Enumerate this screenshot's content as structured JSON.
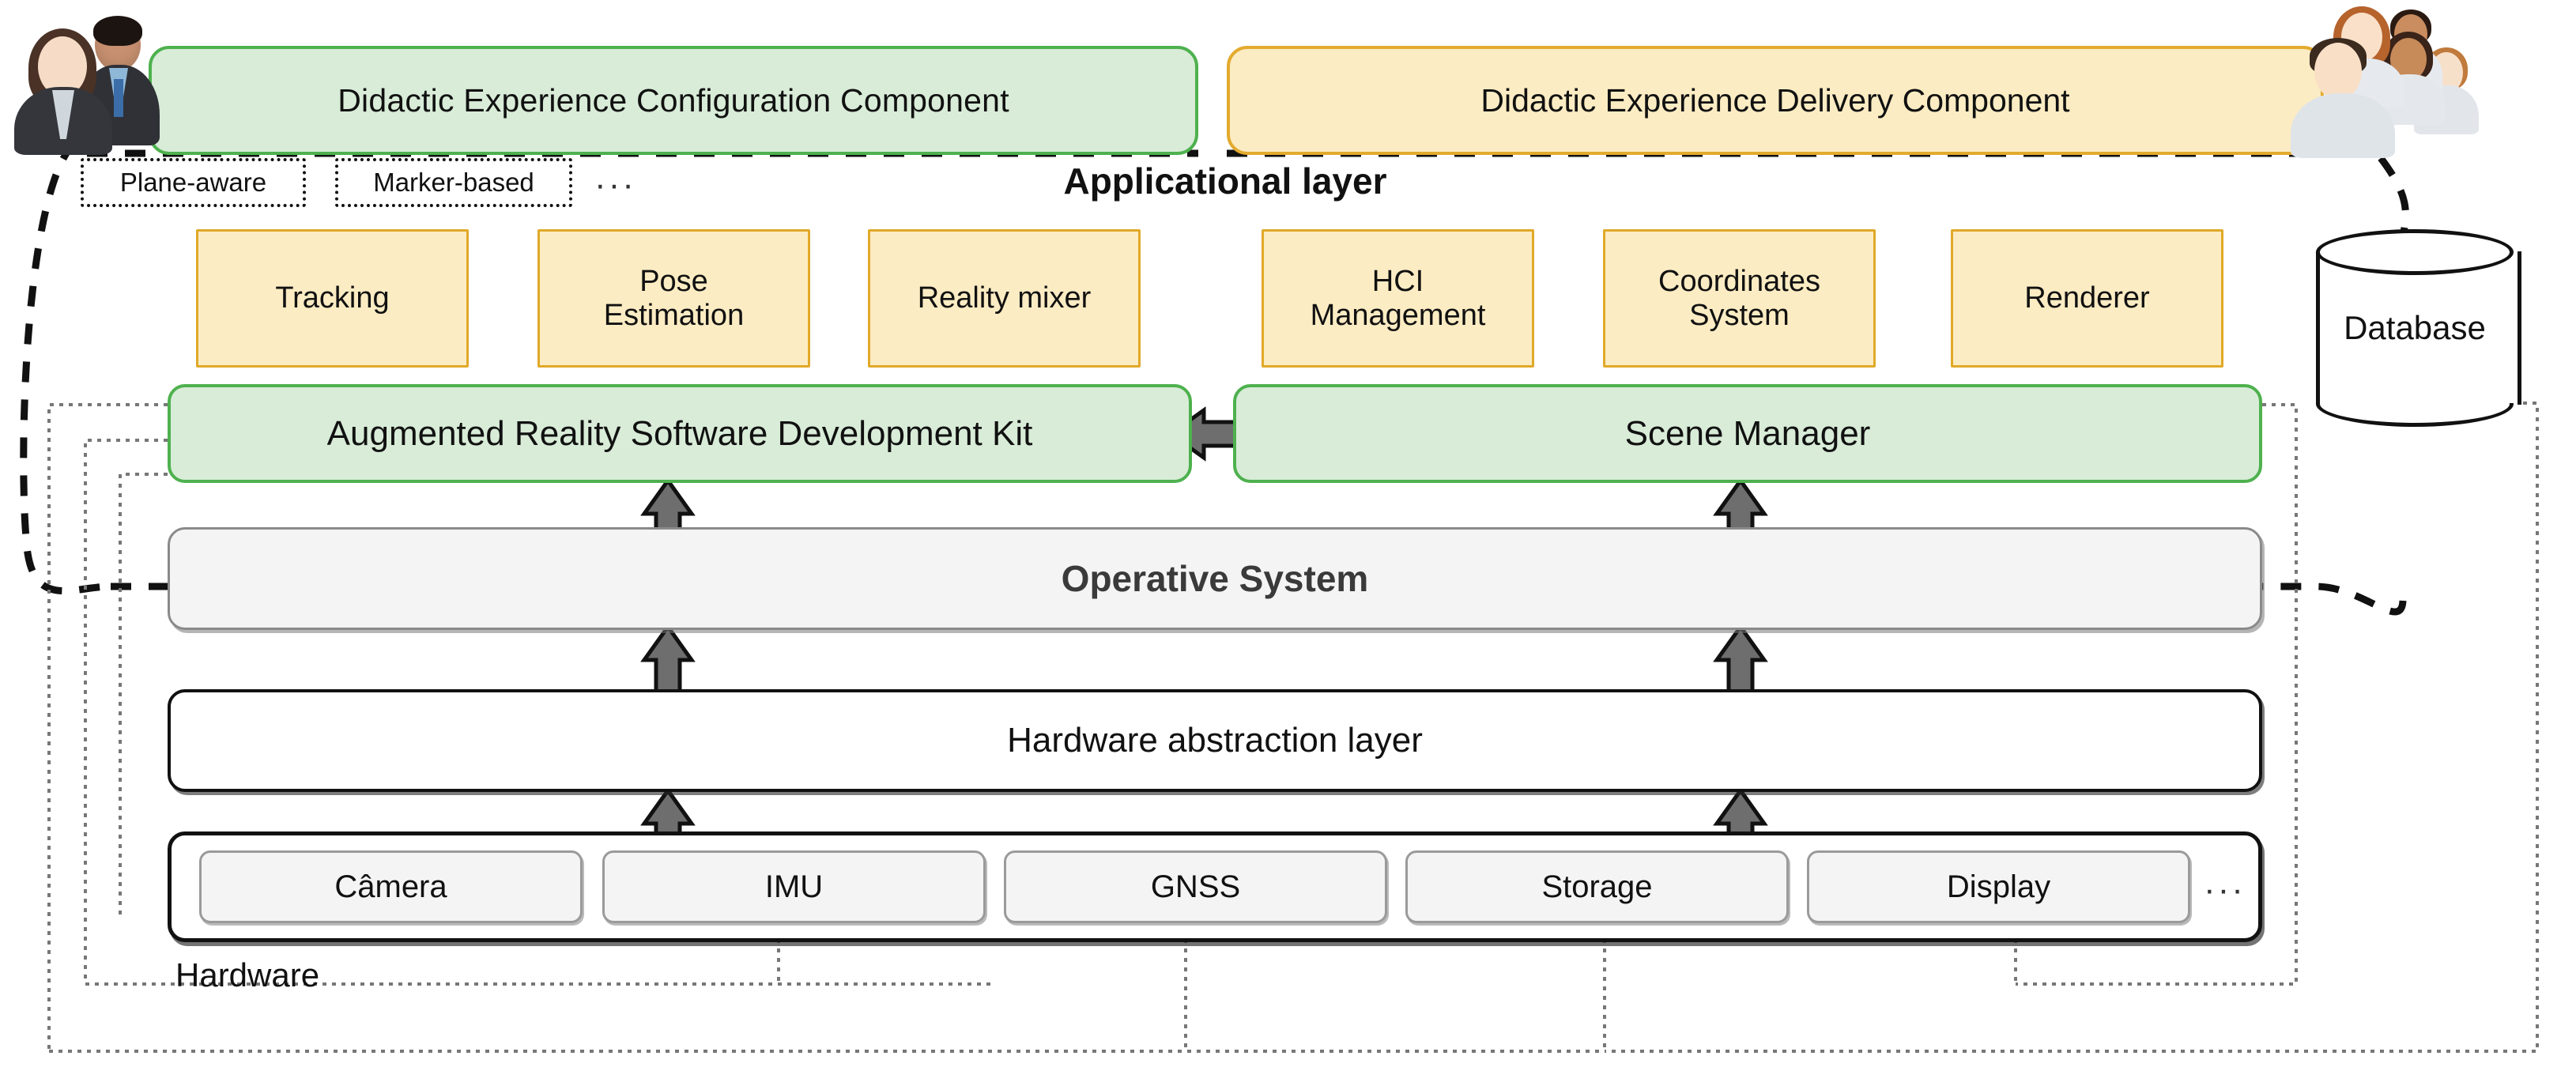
{
  "diagram": {
    "title_layer": "Applicational layer",
    "hardware_label": "Hardware"
  },
  "applicational": {
    "components": [
      {
        "id": "configuration",
        "label": "Didactic Experience Configuration Component",
        "color": "#d8ecd8",
        "border": "#4eb14e"
      },
      {
        "id": "delivery",
        "label": "Didactic Experience Delivery Component",
        "color": "#fcecc3",
        "border": "#e3aa2e"
      }
    ]
  },
  "tracking_tags": {
    "items": [
      {
        "label": "Plane-aware"
      },
      {
        "label": "Marker-based"
      }
    ],
    "more": "···"
  },
  "sdk_modules": [
    {
      "label": "Tracking"
    },
    {
      "label": "Pose\nEstimation"
    },
    {
      "label": "Reality mixer"
    }
  ],
  "scene_modules": [
    {
      "label": "HCI\nManagement"
    },
    {
      "label": "Coordinates\nSystem"
    },
    {
      "label": "Renderer"
    }
  ],
  "middleware": {
    "left_bar": "Augmented Reality Software Development Kit",
    "right_bar": "Scene Manager",
    "link_icon": "double-arrow-horizontal"
  },
  "layers": [
    {
      "id": "os",
      "label": "Operative System"
    },
    {
      "id": "hal",
      "label": "Hardware abstraction layer"
    }
  ],
  "hardware": {
    "label": "Hardware",
    "devices": [
      {
        "label": "Câmera"
      },
      {
        "label": "IMU"
      },
      {
        "label": "GNSS"
      },
      {
        "label": "Storage"
      },
      {
        "label": "Display"
      }
    ],
    "more": "···"
  },
  "database": {
    "label": "Database"
  },
  "actors": {
    "left": {
      "name": "teachers-avatar-group"
    },
    "right": {
      "name": "students-avatar-group"
    }
  },
  "colors": {
    "green_fill": "#d8ecd8",
    "green_border": "#4eb14e",
    "yellow_fill": "#fcecc3",
    "yellow_border": "#e3aa2e",
    "gray_fill": "#f4f4f4",
    "arrow_gray": "#6e6e6e",
    "outline": "#111111"
  }
}
